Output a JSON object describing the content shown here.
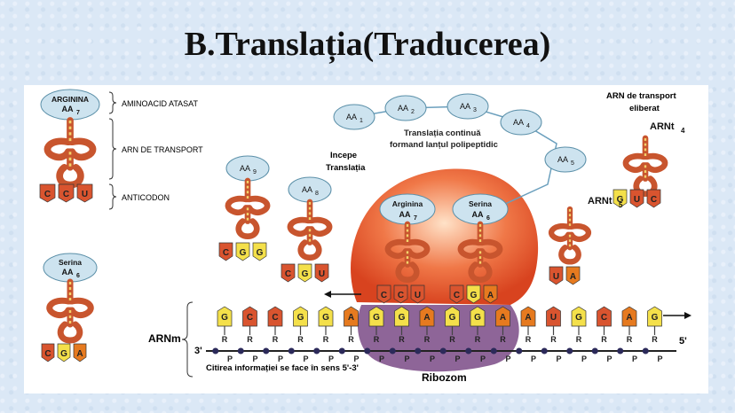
{
  "title": "B.Translația(Traducerea)",
  "legend": {
    "aa_name": "ARGININA",
    "aa_code": "AA",
    "aa_sub": "7",
    "aminoacid_label": "AMINOACID ATASAT",
    "trna_label": "ARN DE TRANSPORT",
    "anticodon_label": "ANTICODON",
    "anticodon": [
      "C",
      "C",
      "U"
    ],
    "serina_name": "Serina",
    "serina_code": "AA",
    "serina_sub": "6",
    "serina_anticodon": [
      "C",
      "G",
      "A"
    ]
  },
  "chain": {
    "caption_line1": "Translația continuă",
    "caption_line2": "formand lanțul polipeptidic",
    "aminoacids": [
      {
        "code": "AA",
        "sub": "1"
      },
      {
        "code": "AA",
        "sub": "2"
      },
      {
        "code": "AA",
        "sub": "3"
      },
      {
        "code": "AA",
        "sub": "4"
      },
      {
        "code": "AA",
        "sub": "5"
      }
    ]
  },
  "free_trna": {
    "label_line1": "ARN de transport",
    "label_line2": "eliberat",
    "arnt4": {
      "name": "ARNt",
      "sub": "4",
      "anticodon": [
        "G",
        "U",
        "C"
      ]
    },
    "arnt5": {
      "name": "ARNt",
      "sub": "5",
      "anticodon": [
        "U",
        "A"
      ]
    }
  },
  "start": {
    "line1": "Incepe",
    "line2": "Translația"
  },
  "incoming": [
    {
      "code": "AA",
      "sub": "9",
      "anticodon": [
        "C",
        "G",
        "G"
      ]
    },
    {
      "code": "AA",
      "sub": "8",
      "anticodon": [
        "C",
        "G",
        "U"
      ]
    }
  ],
  "ribosome": {
    "label": "Ribozom",
    "site1": {
      "name": "Arginina",
      "code": "AA",
      "sub": "7",
      "anticodon": [
        "C",
        "C",
        "U"
      ]
    },
    "site2": {
      "name": "Serina",
      "code": "AA",
      "sub": "6",
      "anticodon": [
        "C",
        "G",
        "A"
      ]
    }
  },
  "mrna": {
    "label": "ARNm",
    "end3": "3'",
    "end5": "5'",
    "bases": [
      "G",
      "C",
      "C",
      "G",
      "G",
      "A",
      "G",
      "G",
      "A",
      "G",
      "G",
      "A",
      "A",
      "U",
      "G",
      "C",
      "A",
      "G"
    ],
    "r_label": "R",
    "p_label": "P",
    "note": "Citirea informației se face în sens 5'-3'"
  },
  "colors": {
    "trna": "#c8552e",
    "ribosome": "#e8603a",
    "aa": "#cde3ef",
    "G": "#f4e04a",
    "C": "#d9542f",
    "A": "#e67a1f",
    "U": "#d9542f"
  }
}
